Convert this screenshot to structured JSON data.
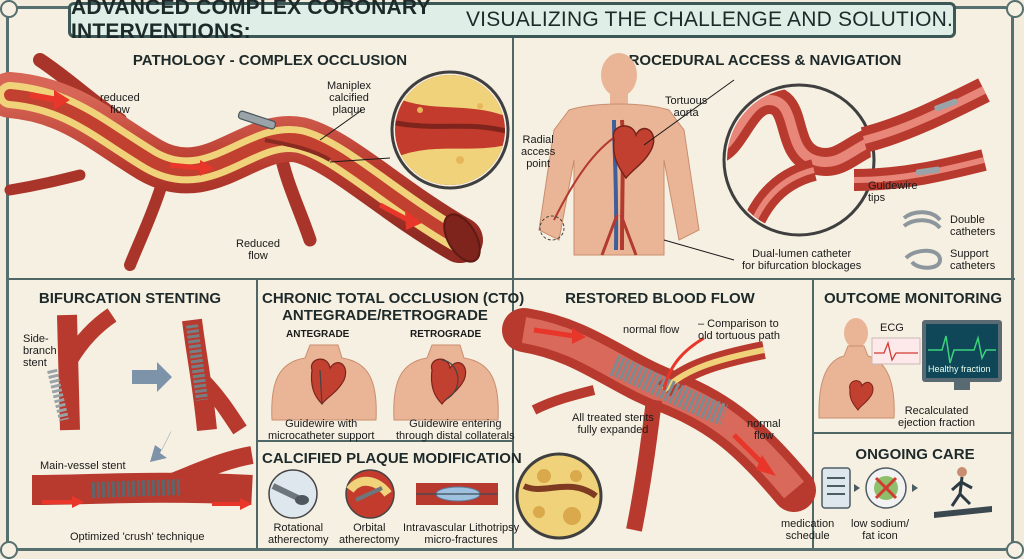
{
  "title": {
    "bold": "ADVANCED COMPLEX CORONARY INTERVENTIONS:",
    "rest": " VISUALIZING THE CHALLENGE AND SOLUTION."
  },
  "pathology": {
    "title": "PATHOLOGY - COMPLEX OCCLUSION",
    "reduced_flow_1": "reduced\nflow",
    "plaque": "Maniplex\ncalcified\nplaque",
    "reduced_flow_2": "Reduced\nflow"
  },
  "access": {
    "title": "PROCEDURAL ACCESS & NAVIGATION",
    "radial": "Radial\naccess\npoint",
    "aorta": "Tortuous\naorta",
    "guidewire": "Guidewire\ntips",
    "dual_lumen": "Dual-lumen catheter\nfor bifurcation blockages",
    "double": "Double\ncatheters",
    "support": "Support\ncatheters"
  },
  "bifurcation": {
    "title": "BIFURCATION STENTING",
    "side_branch": "Side-\nbranch\nstent",
    "main_vessel": "Main-vessel stent",
    "crush": "Optimized 'crush' technique"
  },
  "cto": {
    "title": "CHRONIC TOTAL OCCLUSION (CTO)\nANTEGRADE/RETROGRADE",
    "antegrade": "ANTEGRADE",
    "retrograde": "RETROGRADE",
    "antegrade_desc": "Guidewire with\nmicrocatheter support",
    "retrograde_desc": "Guidewire entering\nthrough distal collaterals"
  },
  "calcified": {
    "title": "CALCIFIED PLAQUE MODIFICATION",
    "rotational": "Rotational\natherectomy",
    "orbital": "Orbital\natherectomy",
    "ivl": "Intravascular Lithotripsy\nmicro-fractures"
  },
  "restored": {
    "title": "RESTORED BLOOD FLOW",
    "normal_flow_1": "normal flow",
    "comparison": "– Comparison to\nold tortuous path",
    "stents": "All treated stents\nfully expanded",
    "normal_flow_2": "normal\nflow"
  },
  "outcome": {
    "title": "OUTCOME MONITORING",
    "ecg": "ECG",
    "monitor": "Healthy fraction",
    "ejection": "Recalculated\nejection fraction"
  },
  "care": {
    "title": "ONGOING CARE",
    "medication": "medication\nschedule",
    "diet": "low sodium/\nfat icon"
  },
  "colors": {
    "artery": "#b83a2e",
    "artery_light": "#d9695a",
    "plaque": "#f0d27a",
    "frame": "#4f6766",
    "title_bg": "#dfeee6"
  }
}
